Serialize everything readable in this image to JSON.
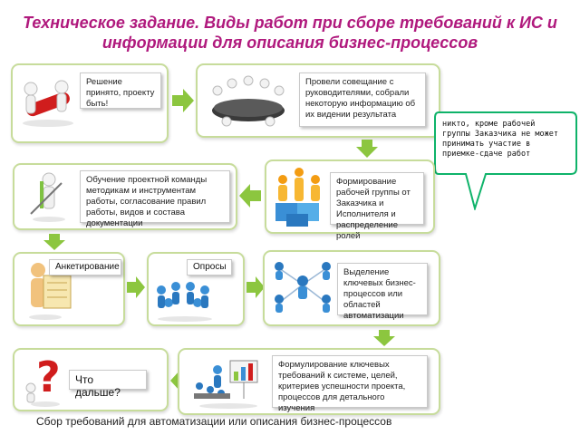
{
  "title": "Техническое задание. Виды работ при сборе требований к ИС и информации для описания бизнес-процессов",
  "steps": {
    "decision": "Решение принято, проекту быть!",
    "meeting": "Провели совещание с руководителями, собрали некоторую информацию об их видении результата",
    "working_group": "Формирование рабочей группы от Заказчика и Исполнителя и распределение ролей",
    "training": "Обучение проектной команды методикам и инструментам работы, согласование правил работы, видов и состава документации",
    "survey": "Анкетирование",
    "polls": "Опросы",
    "key_processes": "Выделение ключевых бизнес-процессов или областей автоматизации",
    "requirements": "Формулирование ключевых требований к системе, целей, критериев успешности проекта, процессов для детального изучения",
    "whats_next": "Что дальше?"
  },
  "callout": {
    "text": "никто, кроме рабочей группы Заказчика не может принимать участие в приемке-сдаче работ"
  },
  "footer": "Сбор требований для автоматизации или описания бизнес-процессов",
  "colors": {
    "title": "#b0197d",
    "box_border": "#c7dc9b",
    "arrow": "#8cc63f",
    "callout": "#0fb36a"
  },
  "icons": [
    "people-pushing-icon",
    "meeting-table-icon",
    "puzzle-team-icon",
    "teacher-icon",
    "clipboard-person-icon",
    "audience-icon",
    "network-people-icon",
    "presentation-icon",
    "question-mark-icon"
  ]
}
